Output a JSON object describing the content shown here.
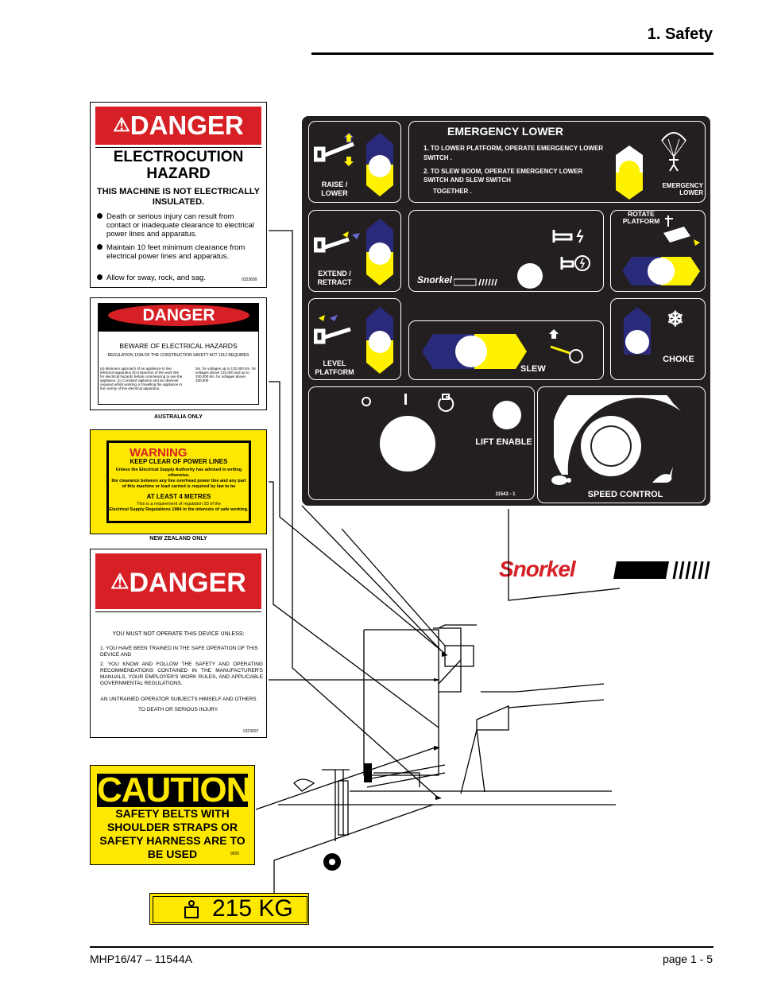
{
  "header": {
    "title": "1. Safety"
  },
  "footer": {
    "left": "MHP16/47 – 11544A",
    "right": "page  1 - 5"
  },
  "danger1": {
    "signal": "DANGER",
    "hazard": "ELECTROCUTION HAZARD",
    "note": "THIS MACHINE IS NOT ELECTRICALLY INSULATED.",
    "bullets": [
      "Death or serious injury can result from contact or inadequate clearance to electrical power lines and apparatus.",
      "Maintain 10 feet minimum clearance from electrical power lines and apparatus.",
      "Allow for sway, rock, and sag."
    ],
    "code": "0323699"
  },
  "australia": {
    "signal": "DANGER",
    "beware": "BEWARE OF ELECTRICAL HAZARDS",
    "regulation": "REGULATION 133A OF THE CONSTRUCTION SAFETY ACT 1912 REQUIRES",
    "left_text": "(a) Minimum approach of an appliance to live electrical apparatus (b) Inspection of the work site for electrical hazards before commencing to use the appliance. (c) Constant vigilance and an observer required whilst working or travelling the appliance in the vicinity of live electrical apparatus.",
    "right_text": "3m. for voltages up to 132,000 6m. for voltages above 132,000 and up to 330,000 8m. for voltages above 330,000",
    "caption": "AUSTRALIA ONLY"
  },
  "newzealand": {
    "signal": "WARNING",
    "line1": "KEEP CLEAR OF POWER LINES",
    "line2": "Unless the Electrical Supply Authority has advised in writing otherwise,",
    "line3": "the clearance between any live overhead power line and any part of this machine or load carried is required by law to be",
    "line4": "AT LEAST 4 METRES",
    "line5": "This is a requirement of regulation 93 of the",
    "line6": "Electrical Supply Regulations 1984 in the interests of safe working.",
    "caption": "NEW ZEALAND ONLY"
  },
  "danger2": {
    "signal": "DANGER",
    "intro": "YOU MUST NOT OPERATE THIS DEVICE UNLESS:",
    "item1": "1.  YOU HAVE BEEN TRAINED IN THE SAFE OPERATION OF THIS DEVICE AND",
    "item2": "2.  YOU KNOW AND FOLLOW THE SAFETY AND OPERATING RECOMMENDATIONS CONTAINED IN THE MANUFACTURER'S MANUALS, YOUR EMPLOYER'S WORK RULES, AND APPLICABLE GOVERNMENTAL REGULATIONS.",
    "warning": "AN UNTRAINED OPERATOR SUBJECTS HIMSELF AND OTHERS TO DEATH OR SERIOUS INJURY.",
    "code": "0323697"
  },
  "caution": {
    "signal": "CAUTION",
    "text": "SAFETY BELTS WITH SHOULDER STRAPS OR SAFETY HARNESS ARE TO BE USED",
    "code": "9920"
  },
  "capacity": {
    "text": "215 KG"
  },
  "panel": {
    "raise_lower": "RAISE / LOWER",
    "extend_retract": "EXTEND / RETRACT",
    "level_platform": "LEVEL PLATFORM",
    "emergency_title": "EMERGENCY LOWER",
    "emergency_step1": "1.  TO LOWER PLATFORM, OPERATE EMERGENCY LOWER SWITCH  .",
    "emergency_step2": "2.  TO SLEW BOOM, OPERATE EMERGENCY LOWER SWITCH AND SLEW SWITCH",
    "emergency_together": "TOGETHER  .",
    "emergency_lower_label": "EMERGENCY LOWER",
    "rotate_platform": "ROTATE PLATFORM",
    "slew": "SLEW",
    "choke": "CHOKE",
    "lift_enable": "LIFT ENABLE",
    "part_number": "11543 - 1",
    "speed_control": "SPEED CONTROL",
    "brand": "Snorkel"
  },
  "brand_logo": {
    "text": "Snorkel"
  },
  "colors": {
    "danger_red": "#d71f26",
    "caution_yellow": "#ffe800",
    "panel_black": "#231f20",
    "switch_blue": "#2a2a7a",
    "switch_yellow": "#fff200"
  }
}
